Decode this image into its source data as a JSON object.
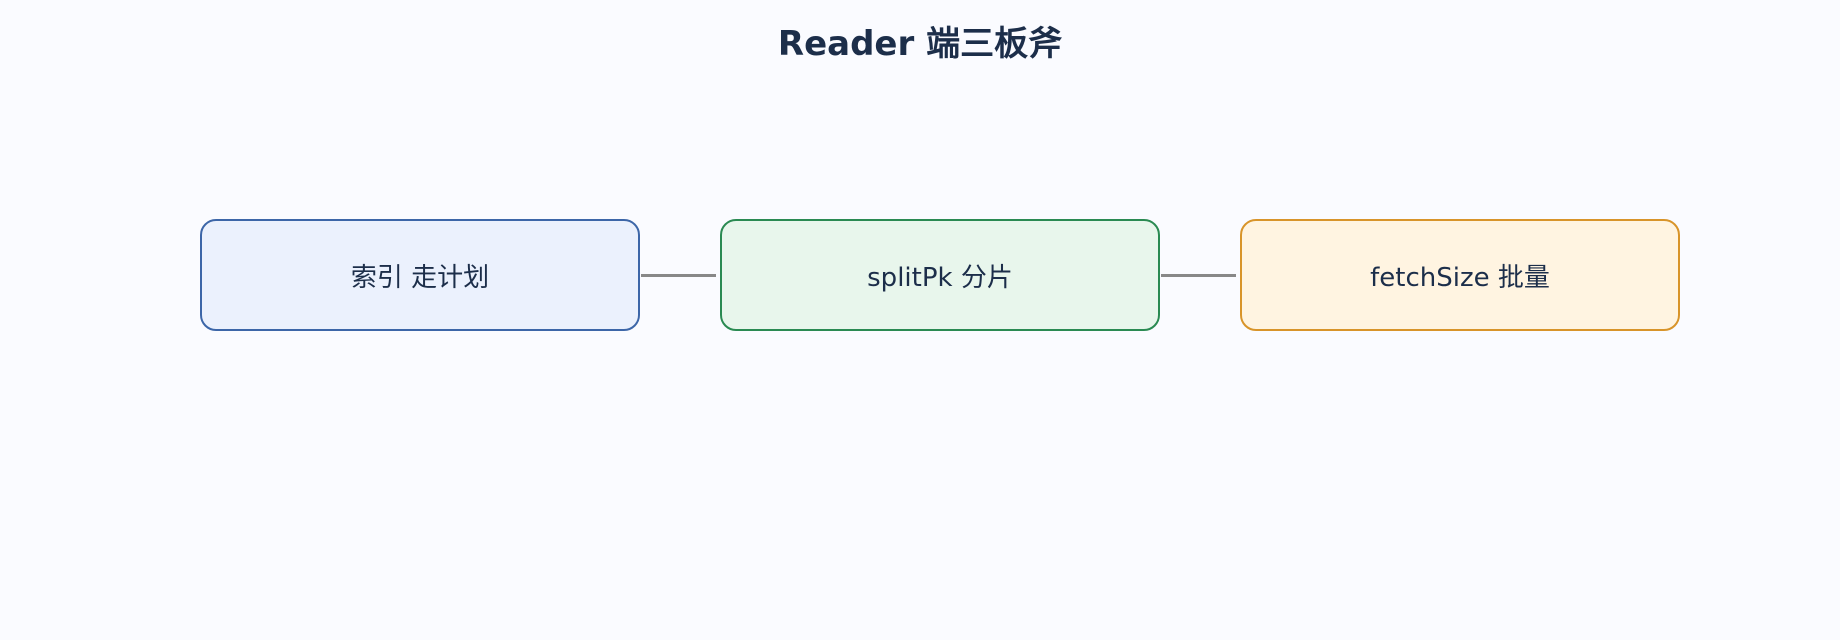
{
  "diagram": {
    "title": "Reader 端三板斧",
    "nodes": [
      {
        "label": "索引 走计划",
        "color": "#ebf1fd",
        "border": "#3c66a8"
      },
      {
        "label": "splitPk 分片",
        "color": "#e8f6ec",
        "border": "#2a8a52"
      },
      {
        "label": "fetchSize 批量",
        "color": "#fff4e1",
        "border": "#d8942a"
      }
    ],
    "edges": [
      {
        "from": 0,
        "to": 1
      },
      {
        "from": 1,
        "to": 2
      }
    ]
  }
}
